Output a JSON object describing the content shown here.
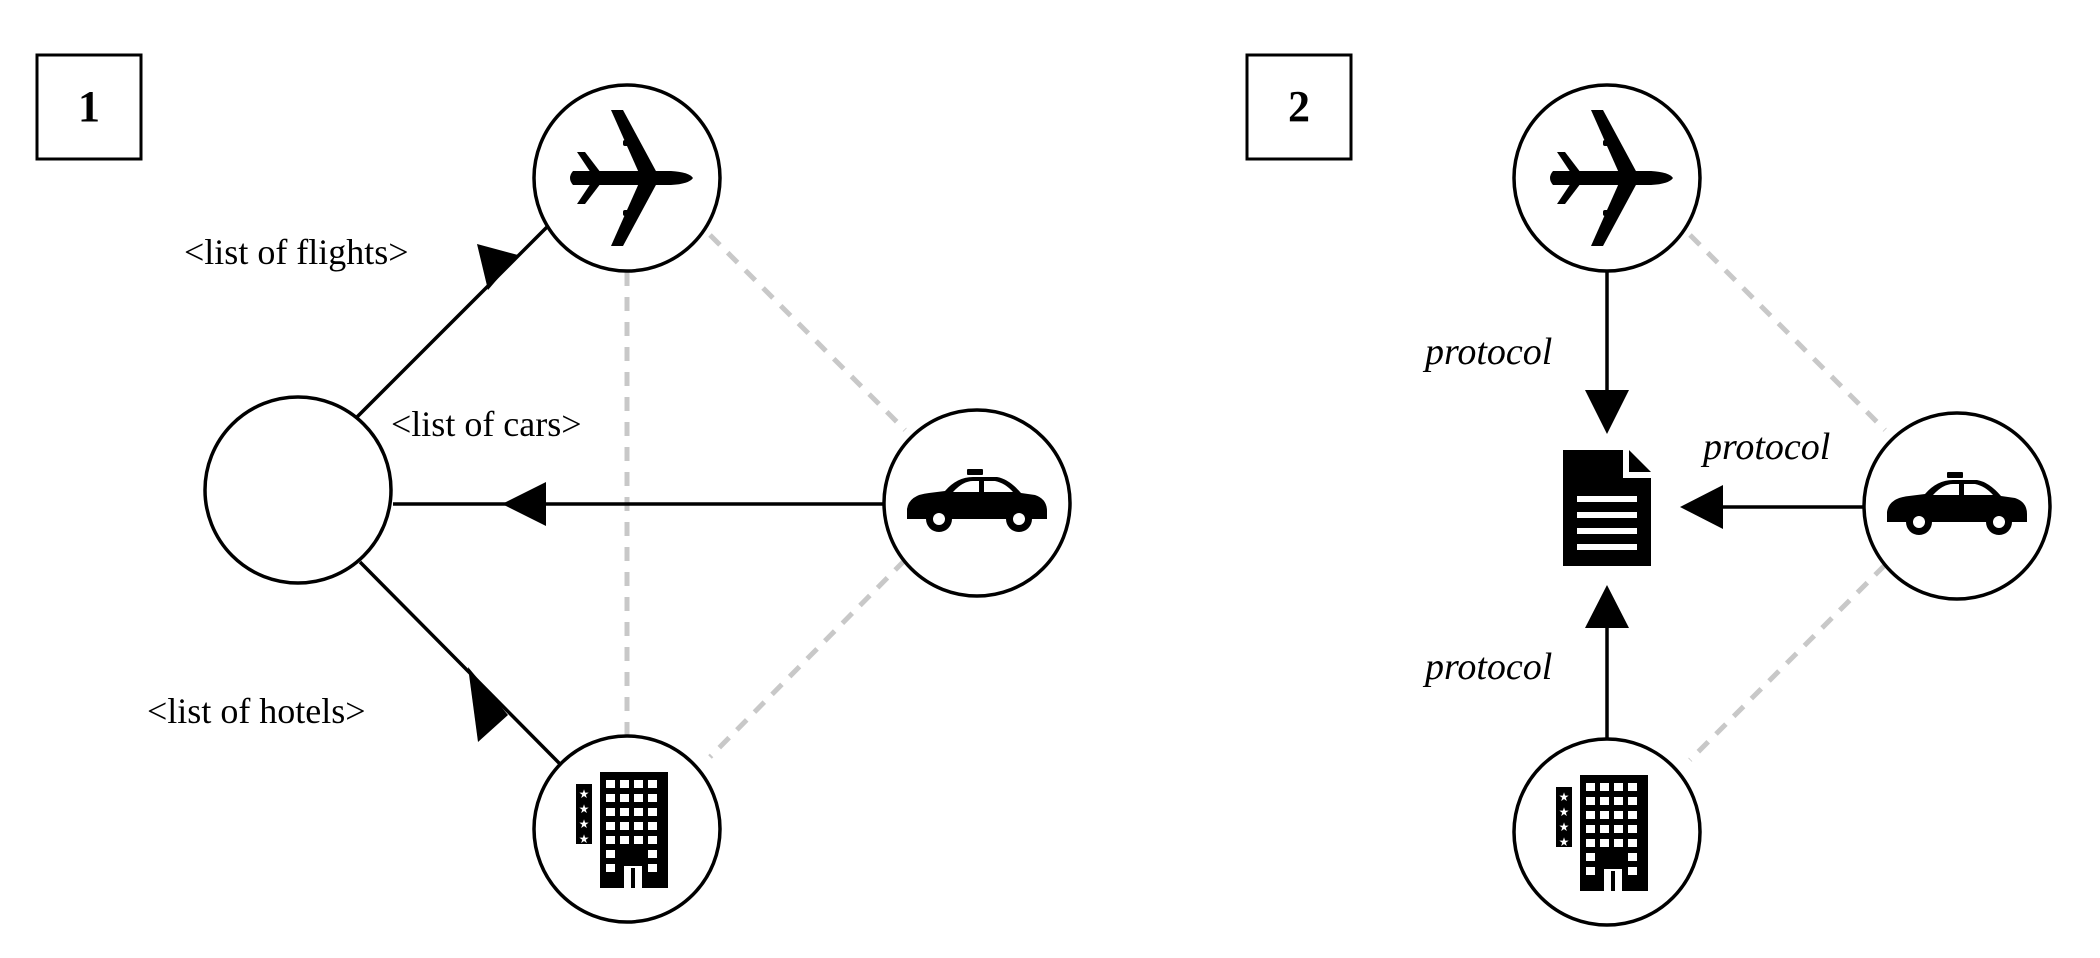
{
  "panels": [
    {
      "number": "1",
      "nodes": [
        {
          "icon": "airplane-icon"
        },
        {
          "icon": "taxi-car-icon"
        },
        {
          "icon": "hotel-building-icon"
        },
        {
          "icon": "empty-node"
        }
      ],
      "edges": [
        {
          "from": "airplane-icon",
          "to": "empty-node",
          "label": "<list of flights>"
        },
        {
          "from": "taxi-car-icon",
          "to": "empty-node",
          "label": "<list of cars>"
        },
        {
          "from": "hotel-building-icon",
          "to": "empty-node",
          "label": "<list of hotels>"
        }
      ]
    },
    {
      "number": "2",
      "nodes": [
        {
          "icon": "airplane-icon"
        },
        {
          "icon": "taxi-car-icon"
        },
        {
          "icon": "hotel-building-icon"
        },
        {
          "icon": "document-icon"
        }
      ],
      "edges": [
        {
          "from": "airplane-icon",
          "to": "document-icon",
          "label": "protocol"
        },
        {
          "from": "taxi-car-icon",
          "to": "document-icon",
          "label": "protocol"
        },
        {
          "from": "hotel-building-icon",
          "to": "document-icon",
          "label": "protocol"
        }
      ]
    }
  ],
  "colors": {
    "stroke": "#000000",
    "dashed": "#c8c8c8",
    "background": "#ffffff"
  }
}
